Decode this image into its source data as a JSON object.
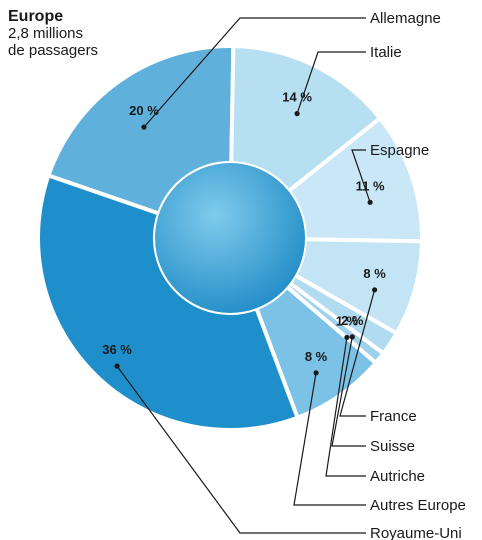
{
  "header": {
    "title": "Europe",
    "subtitle_line1": "2,8 millions",
    "subtitle_line2": "de passagers"
  },
  "chart_data": {
    "type": "pie",
    "variant": "donut",
    "title": "Europe",
    "subtitle": "2,8 millions de passagers",
    "unit": "%",
    "slices": [
      {
        "label": "Allemagne",
        "value": 20,
        "value_label": "20 %",
        "color": "#5fb1dc"
      },
      {
        "label": "Italie",
        "value": 14,
        "value_label": "14 %",
        "color": "#b7dff2"
      },
      {
        "label": "Espagne",
        "value": 11,
        "value_label": "11 %",
        "color": "#c9e7f6"
      },
      {
        "label": "France",
        "value": 8,
        "value_label": "8 %",
        "color": "#c3e4f5"
      },
      {
        "label": "Suisse",
        "value": 2,
        "value_label": "2 %",
        "color": "#b0dbf1"
      },
      {
        "label": "Autriche",
        "value": 1,
        "value_label": "1 %",
        "color": "#9ed1ec"
      },
      {
        "label": "Autres Europe",
        "value": 8,
        "value_label": "8 %",
        "color": "#7cc2e6"
      },
      {
        "label": "Royaume-Uni",
        "value": 36,
        "value_label": "36 %",
        "color": "#1f8fcc"
      }
    ],
    "center_color": "#3ea6d8",
    "text_color": "#1a1a1a"
  }
}
